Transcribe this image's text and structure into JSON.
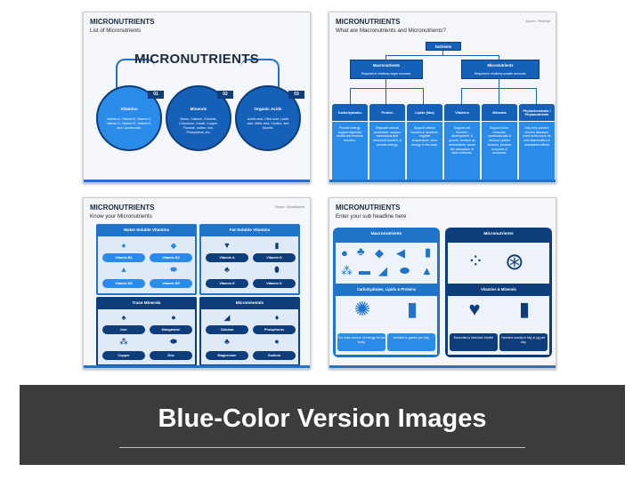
{
  "colors": {
    "primary": "#1560b8",
    "light": "#2a8be8",
    "dark": "#0d3d7a",
    "footer_bg": "#3c3c3c"
  },
  "slide1": {
    "title": "MICRONUTRIENTS",
    "subtitle": "List of Micronutrients",
    "headline": "MICRONUTRIENTS",
    "circles": [
      {
        "num": "01",
        "title": "Vitamins",
        "body": "Vitamin A, Vitamin B, Vitamin C, Vitamin D, Vitamin E, Vitamin K, and Carotenoids."
      },
      {
        "num": "02",
        "title": "Minerals",
        "body": "Boron, Calcium, Chloride, Chromium, Cobalt, Copper, Fluoride, Iodine, Iron, Phosphorus, etc."
      },
      {
        "num": "03",
        "title": "Organic Acids",
        "body": "Acetic acid, Citric acid, Lactic acid, Malic acid, Choline, and Taurine."
      }
    ]
  },
  "slide2": {
    "title": "MICRONUTRIENTS",
    "subtitle": "What are Macronutrients and Micronutrients?",
    "source": "Source : Pellecript",
    "root": "Nutrients",
    "macro": {
      "title": "Macronutrients",
      "note": "Required in relatively larger amounts."
    },
    "micro": {
      "title": "Micronutrients",
      "note": "Required in relatively smaller amounts."
    },
    "columns": [
      {
        "title": "Carbohydrates",
        "body": "Provide energy, support digestive health and immune function."
      },
      {
        "title": "Protein",
        "body": "Regulate cellular processes, support mechanical and structural function, & provide energy."
      },
      {
        "title": "Lipids (fats)",
        "body": "Support cellular function & structure, regulate temperature, store energy in the body."
      },
      {
        "title": "Vitamins",
        "body": "Support cell function, development, & growth, function as antioxidants, assist the absorption of other nutrients."
      },
      {
        "title": "Minerals",
        "body": "Support bone, muscular, cardiovascular & nervous system function, produce enzymes & hormones."
      },
      {
        "title": "Phytochemicals / Phytonutrients",
        "body": "May help prevent chronic diseases, exert action such as anti-inflammation & antioxidant effects"
      }
    ]
  },
  "slide3": {
    "title": "MICRONUTRIENTS",
    "subtitle": "Know your Micronutrients",
    "source": "Source : Myrafitdotnet",
    "panels": [
      {
        "title": "Water-Soluble Vitamins",
        "items": [
          "Vitamin B1",
          "Vitamin B2",
          "Vitamin B3",
          "Vitamin B5"
        ]
      },
      {
        "title": "Fat-Soluble Vitamins",
        "items": [
          "Vitamin A",
          "Vitamin D",
          "Vitamin E",
          "Vitamin K"
        ]
      },
      {
        "title": "Trace Minerals",
        "items": [
          "Iron",
          "Manganese",
          "Copper",
          "Zinc"
        ]
      },
      {
        "title": "Microminerals",
        "items": [
          "Calcium",
          "Phosphorus",
          "Magnesium",
          "Sodium"
        ]
      }
    ]
  },
  "slide4": {
    "title": "MICRONUTRIENTS",
    "subtitle": "Enter your sub headline here",
    "cards": [
      {
        "title": "Macronutrients",
        "band": "Carbohydrates, Lipids & Proteins",
        "box1": "The main source of energy for the body.",
        "box2": "Needed in grams per day."
      },
      {
        "title": "Micronutrients",
        "band": "Vitamins & Minerals",
        "box1": "Essential to Maintain Health",
        "box2": "Needed mostly in Mg or µg per day."
      }
    ]
  },
  "footer": {
    "heading": "Blue-Color Version Images"
  }
}
